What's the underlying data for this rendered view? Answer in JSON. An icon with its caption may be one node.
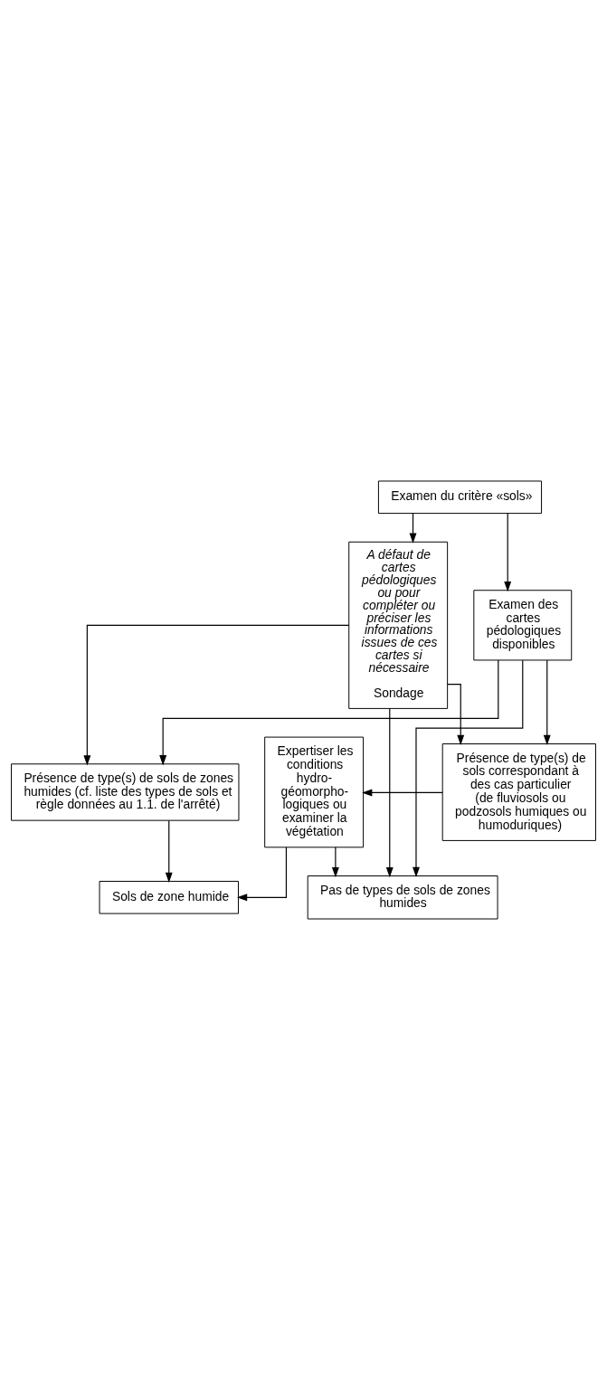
{
  "diagram": {
    "nodes": [
      {
        "text": [
          "Examen du critère «sols»"
        ]
      },
      {
        "text": [
          "Examen des cartes pédologiques disponibles"
        ]
      },
      {
        "text": [
          "A défaut de cartes pédologiques ou pour compléter ou préciser les informations issues de ces cartes si nécessaire",
          "Sondage"
        ]
      },
      {
        "text": [
          "Pas de types de sols de zones humides"
        ]
      },
      {
        "text": [
          "Présence de type(s) de sols correspondant à des cas particulier (de fluviosols ou podzosols humiques ou humoduriques)"
        ]
      },
      {
        "text": [
          "Expertiser les conditions hydro- géomorpho- logiques ou examiner la végétation"
        ]
      },
      {
        "text": [
          "Présence de type(s) de sols de zones humides (cf. liste des types de sols et règle données au 1.1. de l'arrêté)"
        ]
      },
      {
        "text": [
          "Sols de zone humide"
        ]
      }
    ],
    "edges": [
      {
        "from": 0,
        "to": 1,
        "arrow": "to"
      },
      {
        "from": 0,
        "to": 2,
        "arrow": "to"
      },
      {
        "from": 1,
        "to": 3,
        "arrow": "to"
      },
      {
        "from": 1,
        "to": 4,
        "arrow": "to"
      },
      {
        "from": 1,
        "to": 6,
        "arrow": "to"
      },
      {
        "from": 2,
        "to": 3,
        "arrow": "to"
      },
      {
        "from": 2,
        "to": 4,
        "arrow": "to"
      },
      {
        "from": 2,
        "to": 6,
        "arrow": "to"
      },
      {
        "from": 4,
        "to": 5,
        "arrow": "to"
      },
      {
        "from": 5,
        "to": 3,
        "arrow": "to"
      },
      {
        "from": 5,
        "to": 7,
        "arrow": "to"
      },
      {
        "from": 6,
        "to": 7,
        "arrow": "to"
      }
    ]
  }
}
